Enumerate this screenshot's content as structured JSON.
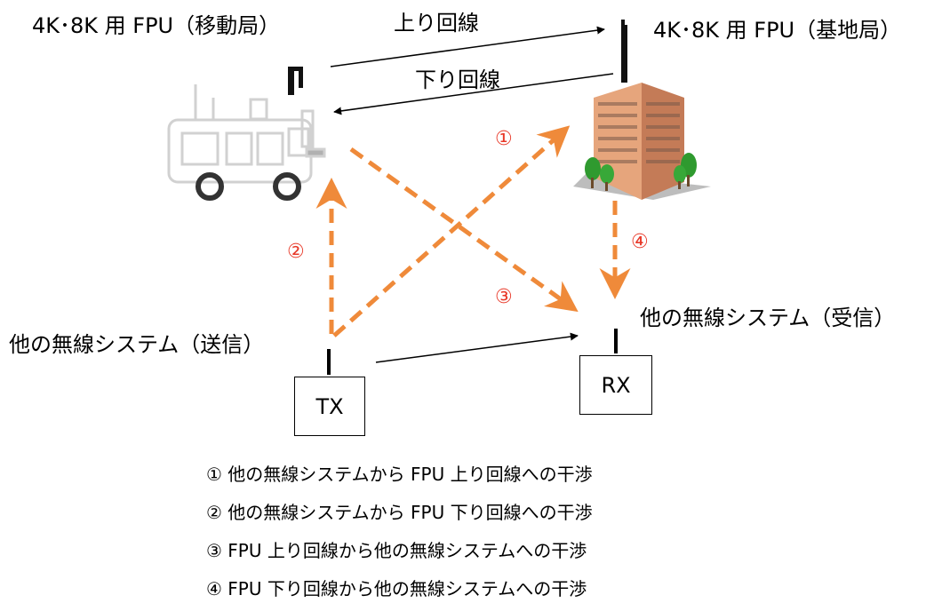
{
  "labels": {
    "mobile": "4K･8K 用 FPU（移動局）",
    "base": "4K･8K 用 FPU（基地局）",
    "uplink": "上り回線",
    "downlink": "下り回線",
    "tx_system": "他の無線システム（送信）",
    "rx_system": "他の無線システム（受信）"
  },
  "boxes": {
    "tx": "TX",
    "rx": "RX"
  },
  "paths": {
    "p1": "①",
    "p2": "②",
    "p3": "③",
    "p4": "④"
  },
  "legend": [
    "① 他の無線システムから FPU 上り回線への干渉",
    "② 他の無線システムから FPU 下り回線への干渉",
    "③ FPU 上り回線から他の無線システムへの干渉",
    "④ FPU 下り回線から他の無線システムへの干渉"
  ],
  "colors": {
    "interference": "#ef8a3a",
    "number": "#e83828",
    "line": "#000000"
  }
}
